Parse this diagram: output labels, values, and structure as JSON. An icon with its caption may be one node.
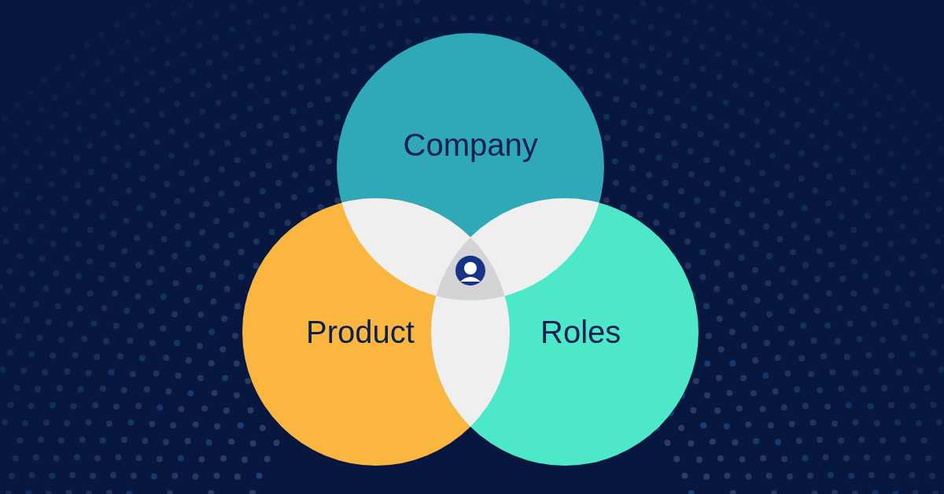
{
  "diagram": {
    "nodes": [
      {
        "text": [
          "Company"
        ]
      },
      {
        "text": [
          "Product"
        ]
      },
      {
        "text": [
          "Roles"
        ]
      }
    ]
  }
}
